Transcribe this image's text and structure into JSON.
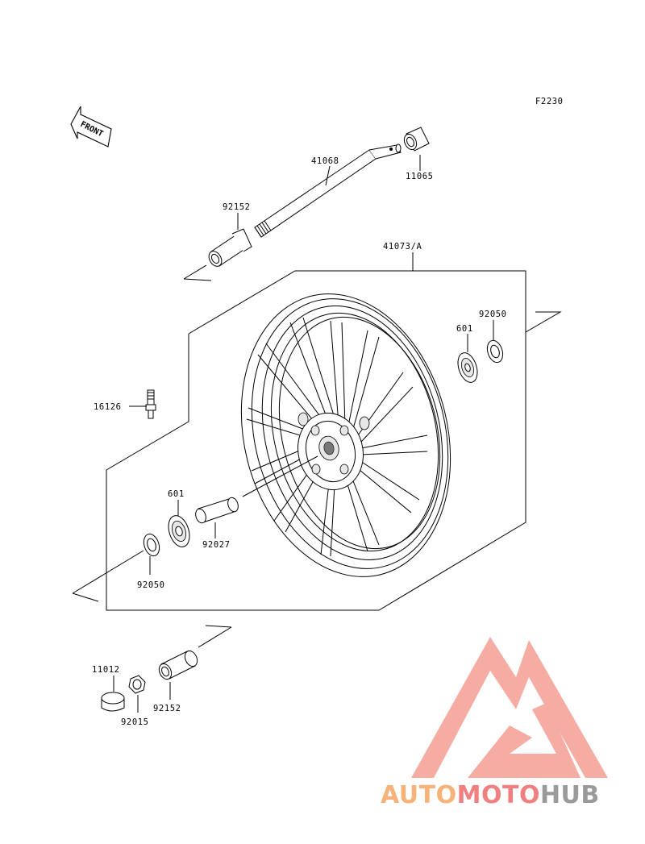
{
  "diagram": {
    "code": "F2230",
    "front_label": "FRONT",
    "labels": {
      "p41068": "41068",
      "p11065": "11065",
      "p92152_top": "92152",
      "p41073A": "41073/A",
      "p92050_right": "92050",
      "p601_right": "601",
      "p16126": "16126",
      "p601_left": "601",
      "p92027": "92027",
      "p92050_left": "92050",
      "p11012": "11012",
      "p92015": "92015",
      "p92152_bottom": "92152"
    }
  },
  "watermark": {
    "text_auto": "AUTO",
    "text_moto": "MOTO",
    "text_hub": "HUB",
    "color_auto": "#f7b27a",
    "color_moto": "#f07f7f",
    "color_hub": "#9a9a9a",
    "logo_color": "#f4a59c"
  }
}
